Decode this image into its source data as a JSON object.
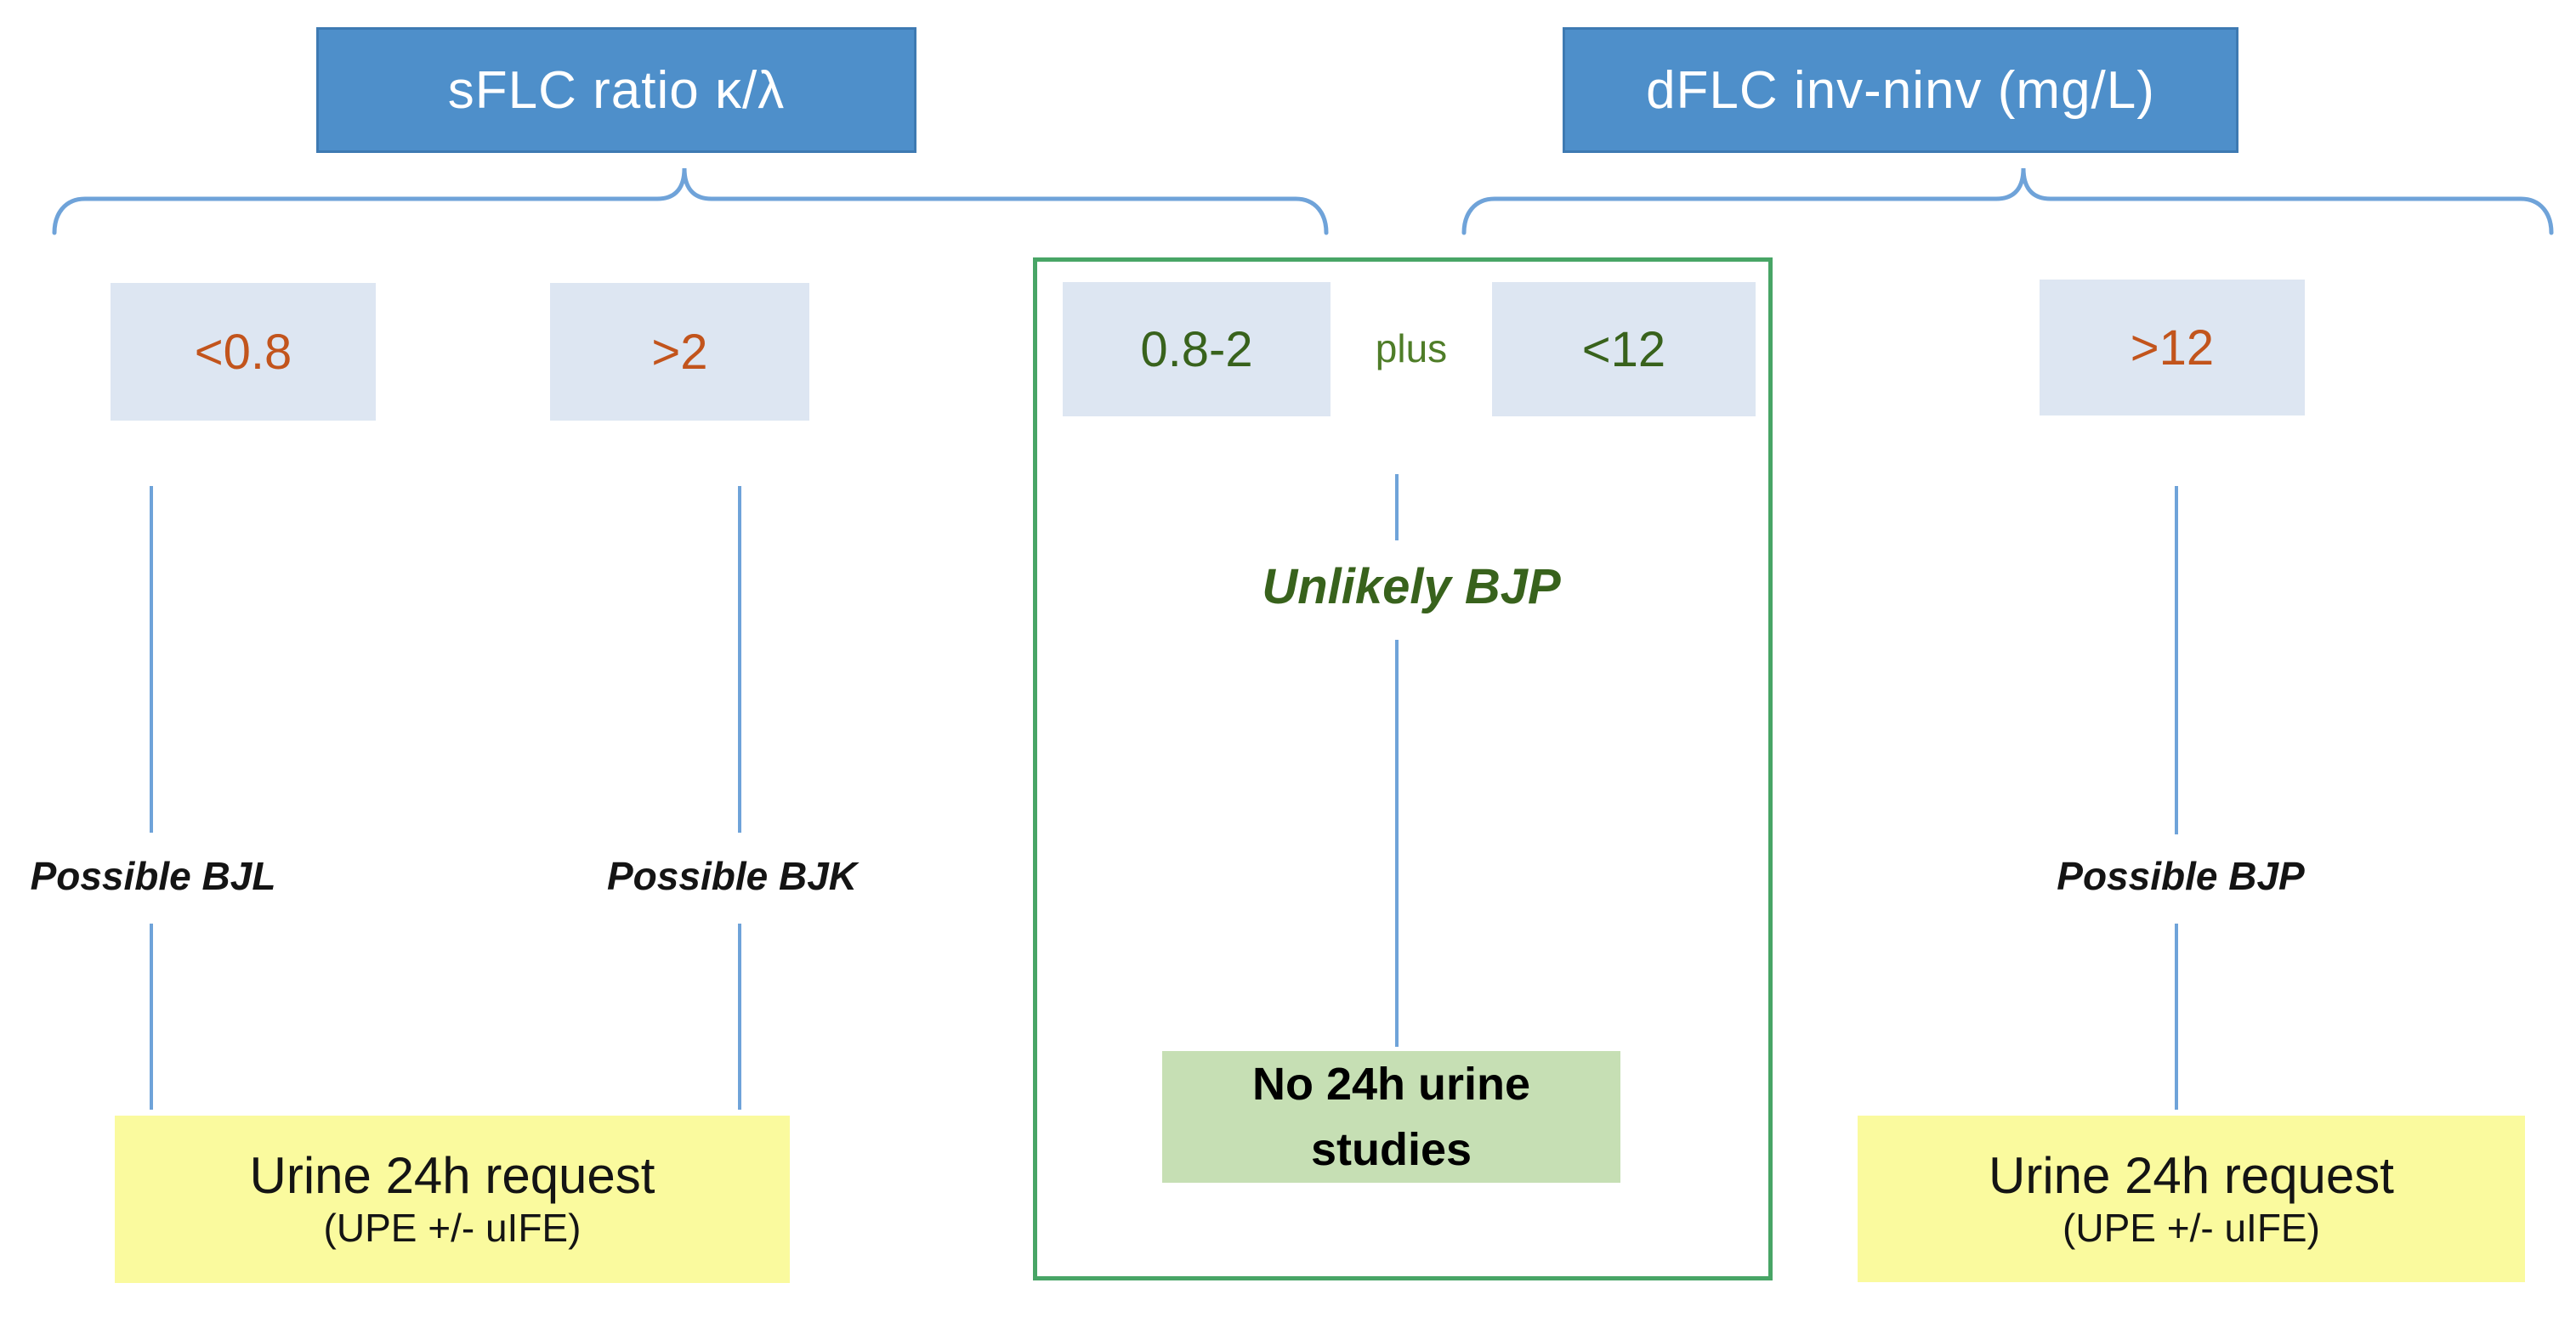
{
  "palette": {
    "header_bg": "#4e8fca",
    "header_border": "#3e7ab2",
    "value_box_bg": "#dde6f2",
    "orange_text": "#c2541c",
    "dark_green_text": "#38621c",
    "plus_green_text": "#4f7d28",
    "line_blue": "#6fa3d9",
    "green_frame": "#48a566",
    "green_box_bg": "#c6dfb4",
    "yellow_box_bg": "#fafa9e",
    "label_text": "#141414"
  },
  "headers": {
    "left": "sFLC ratio κ/λ",
    "right": "dFLC inv-ninv (mg/L)"
  },
  "values": {
    "ratio_low": "<0.8",
    "ratio_high": ">2",
    "ratio_mid": "0.8-2",
    "plus": "plus",
    "dflc_low": "<12",
    "dflc_high": ">12"
  },
  "labels": {
    "possible_bjl": "Possible BJL",
    "possible_bjk": "Possible BJK",
    "unlikely_bjp": "Unlikely BJP",
    "possible_bjp": "Possible BJP"
  },
  "outcomes": {
    "urine_left": {
      "title": "Urine 24h request",
      "subtitle": "(UPE +/- uIFE)"
    },
    "no_urine": {
      "line1": "No 24h urine",
      "line2": "studies"
    },
    "urine_right": {
      "title": "Urine 24h request",
      "subtitle": "(UPE +/- uIFE)"
    }
  }
}
